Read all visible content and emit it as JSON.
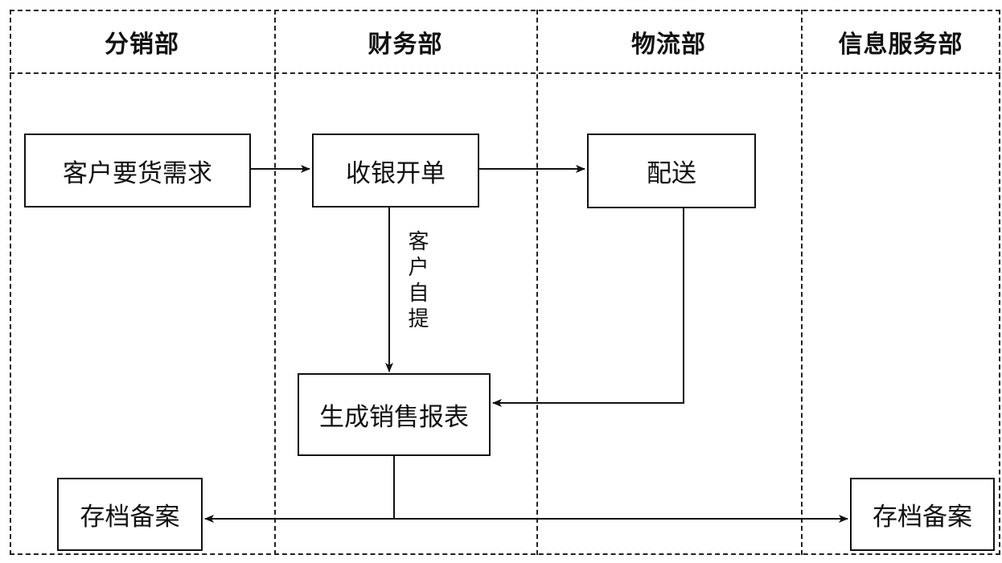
{
  "lanes": {
    "distribution": "分销部",
    "finance": "财务部",
    "logistics": "物流部",
    "info_service": "信息服务部"
  },
  "nodes": {
    "customer_demand": "客户要货需求",
    "checkout": "收银开单",
    "delivery": "配送",
    "sales_report": "生成销售报表",
    "archive_left": "存档备案",
    "archive_right": "存档备案"
  },
  "edge_labels": {
    "self_pickup": "客户自提"
  }
}
